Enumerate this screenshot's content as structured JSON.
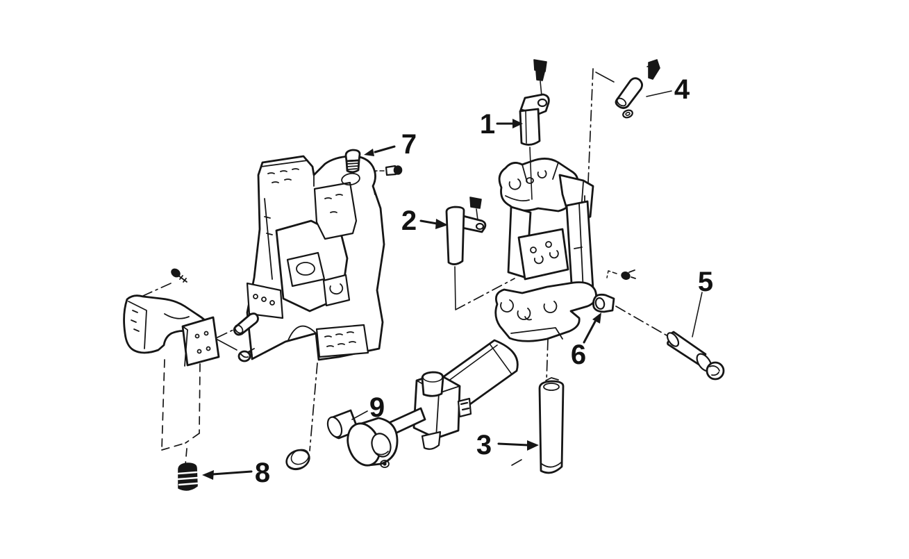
{
  "figure": {
    "background_color": "#ffffff",
    "line_color": "#161616",
    "label_color": "#121212",
    "callouts": [
      {
        "label": "1"
      },
      {
        "label": "2"
      },
      {
        "label": "3"
      },
      {
        "label": "4"
      },
      {
        "label": "5"
      },
      {
        "label": "6"
      },
      {
        "label": "7"
      },
      {
        "label": "8"
      },
      {
        "label": "9"
      }
    ]
  }
}
